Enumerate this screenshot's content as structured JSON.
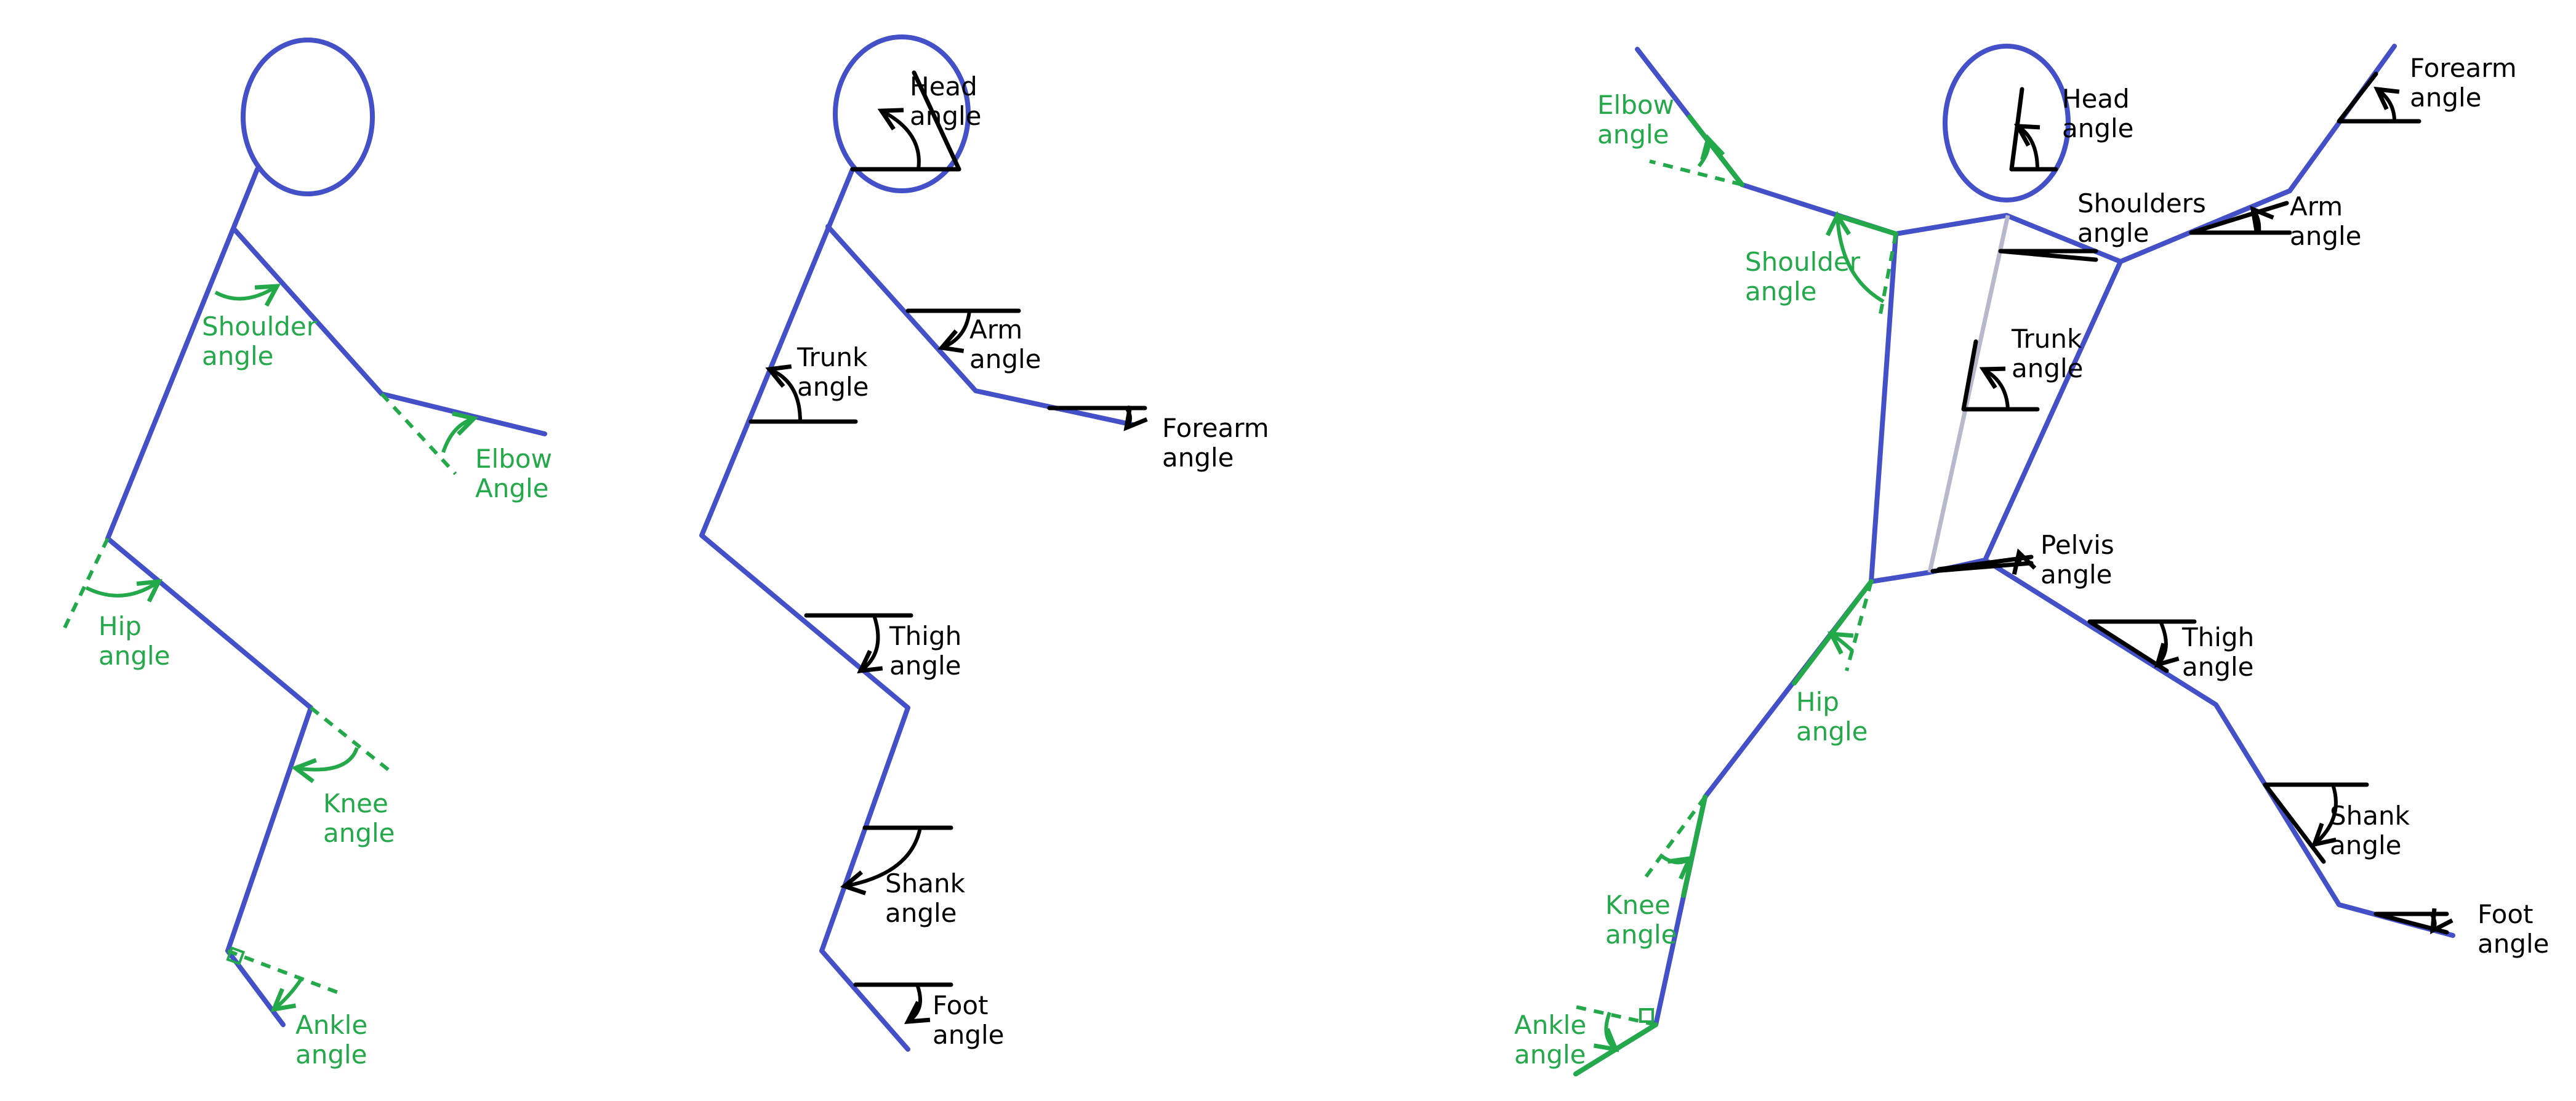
{
  "colors": {
    "segment": "#4450C8",
    "joint_angle": "#23A84A",
    "segment_angle": "#000000",
    "trunk_midline": "#B8B8CC",
    "background": "#FFFFFF"
  },
  "figure_left": {
    "labels": {
      "shoulder": [
        "Shoulder",
        "angle"
      ],
      "elbow": [
        "Elbow",
        "Angle"
      ],
      "hip": [
        "Hip",
        "angle"
      ],
      "knee": [
        "Knee",
        "angle"
      ],
      "ankle": [
        "Ankle",
        "angle"
      ]
    }
  },
  "figure_middle": {
    "labels": {
      "head": [
        "Head",
        "angle"
      ],
      "trunk": [
        "Trunk",
        "angle"
      ],
      "arm": [
        "Arm",
        "angle"
      ],
      "forearm": [
        "Forearm",
        "angle"
      ],
      "thigh": [
        "Thigh",
        "angle"
      ],
      "shank": [
        "Shank",
        "angle"
      ],
      "foot": [
        "Foot",
        "angle"
      ]
    }
  },
  "figure_right": {
    "labels": {
      "elbow": [
        "Elbow",
        "angle"
      ],
      "shoulder": [
        "Shoulder",
        "angle"
      ],
      "hip": [
        "Hip",
        "angle"
      ],
      "knee": [
        "Knee",
        "angle"
      ],
      "ankle": [
        "Ankle",
        "angle"
      ],
      "head": [
        "Head",
        "angle"
      ],
      "shoulders": [
        "Shoulders",
        "angle"
      ],
      "trunk": [
        "Trunk",
        "angle"
      ],
      "pelvis": [
        "Pelvis",
        "angle"
      ],
      "forearm": [
        "Forearm",
        "angle"
      ],
      "arm": [
        "Arm",
        "angle"
      ],
      "thigh": [
        "Thigh",
        "angle"
      ],
      "shank": [
        "Shank",
        "angle"
      ],
      "foot": [
        "Foot",
        "angle"
      ]
    }
  }
}
